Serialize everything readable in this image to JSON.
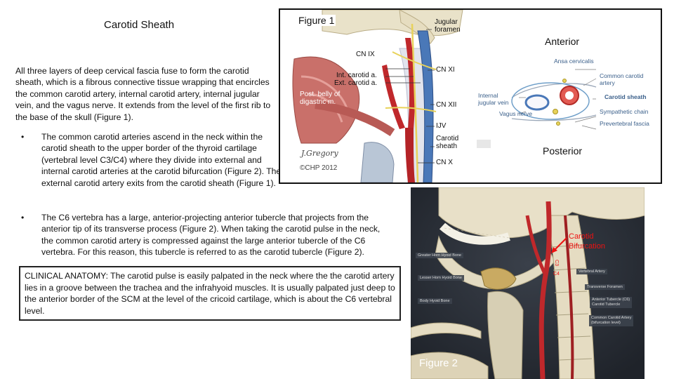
{
  "title": "Carotid Sheath",
  "intro": "All three layers of deep cervical fascia fuse to form the carotid sheath, which is a fibrous connective tissue wrapping that encircles the common carotid artery, internal carotid artery, internal jugular vein, and the vagus nerve. It extends from the level of the first rib to the base of the skull (Figure 1).",
  "bullets": [
    {
      "marker": "•",
      "text": "The common carotid arteries ascend in the neck within the carotid sheath to the upper border of the thyroid cartilage (vertebral level C3/C4) where they divide into external and internal carotid arteries at the carotid bifurcation (Figure 2). The external carotid artery exits from the carotid sheath (Figure 1)."
    },
    {
      "marker": "•",
      "text": "The C6 vertebra has a large, anterior-projecting anterior tubercle that projects from the anterior tip of its transverse process (Figure 2). When taking the carotid pulse in the neck, the common carotid artery is compressed against the large anterior tubercle of the C6 vertebra. For this reason, this tubercle is referred to as the carotid tubercle (Figure 2)."
    }
  ],
  "clinical": "CLINICAL ANATOMY: The carotid pulse is easily palpated in the neck where the the carotid artery lies in a groove between the trachea and the infrahyoid muscles. It is usually palpated just deep to the anterior border of the SCM at the level of the cricoid cartilage, which is about the C6 vertebral level.",
  "figure1": {
    "label": "Figure 1",
    "anterior": "Anterior",
    "posterior": "Posterior",
    "left_labels": {
      "jugular_foramen_1": "Jugular",
      "jugular_foramen_2": "foramen",
      "cn9": "CN IX",
      "int_carotid": "Int. carotid a.",
      "ext_carotid": "Ext. carotid a.",
      "post_belly_1": "Post. belly of",
      "post_belly_2": "digastric m.",
      "cn11": "CN XI",
      "cn12": "CN XII",
      "ijv": "IJV",
      "carotid_sheath_1": "Carotid",
      "carotid_sheath_2": "sheath",
      "cn10": "CN X",
      "signature": "J.Gregory",
      "copyright": "©CHP 2012"
    },
    "right_labels": {
      "ansa": "Ansa cervicalis",
      "common_carotid_1": "Common carotid",
      "common_carotid_2": "artery",
      "carotid_sheath": "Carotid sheath",
      "internal_jugular_1": "Internal",
      "internal_jugular_2": "jugular vein",
      "vagus": "Vagus nerve",
      "sympathetic": "Sympathetic chain",
      "prevertebral": "Prevertebral fascia"
    }
  },
  "figure2": {
    "label": "Figure 2",
    "bifurcation_1": "Carotid",
    "bifurcation_2": "Bifurcation",
    "c3": "C3",
    "c4": "C4",
    "tags": {
      "greater_horn": "Greater Horn Hyoid Bone",
      "lesser_horn": "Lesser Horn Hyoid Bone",
      "body_hyoid": "Body Hyoid Bone",
      "vertebral_artery": "Vertebral Artery",
      "transverse_foramen": "Transverse Foramen",
      "anterior_tubercle_1": "Anterior Tubercle (C6)",
      "anterior_tubercle_2": "Carotid Tubercle",
      "common_carotid_1": "Common Carotid Artery",
      "common_carotid_2": "(bifurcation level)"
    }
  },
  "colors": {
    "artery_red": "#c0282b",
    "vein_blue": "#4a78b8",
    "nerve_yellow": "#e8d25a",
    "bone": "#ece6d2",
    "figure2_bg": "#2b3038",
    "bifurcation_label": "#e11111"
  }
}
